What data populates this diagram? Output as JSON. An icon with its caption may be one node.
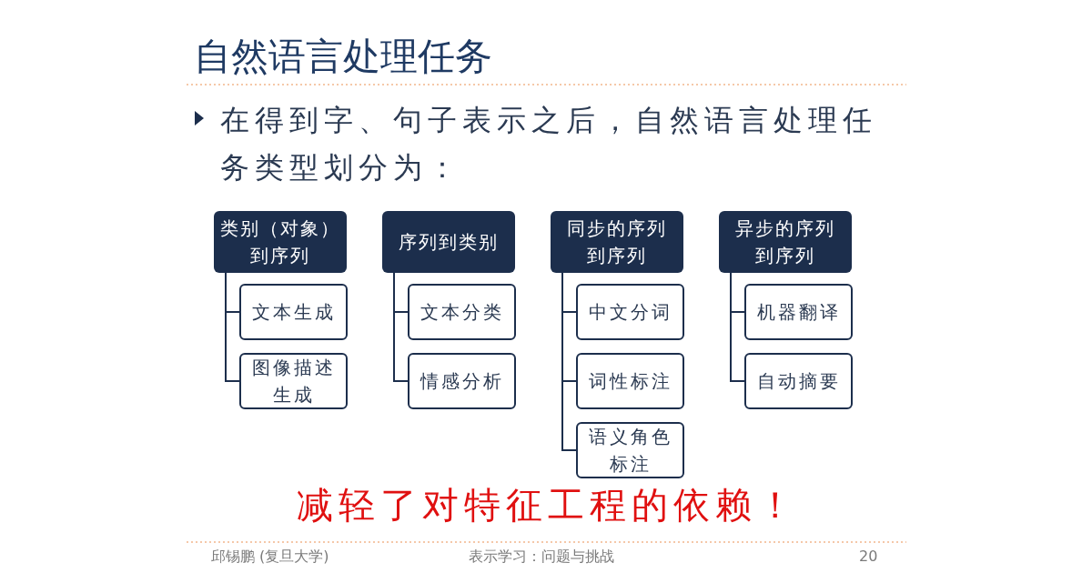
{
  "diagram": {
    "title": "自然语言处理任务",
    "nodes": [
      {
        "text": [
          "类别（对象）到序列"
        ]
      },
      {
        "text": [
          "文本生成"
        ]
      },
      {
        "text": [
          "图像描述生成"
        ]
      },
      {
        "text": [
          "序列到类别"
        ]
      },
      {
        "text": [
          "文本分类"
        ]
      },
      {
        "text": [
          "情感分析"
        ]
      },
      {
        "text": [
          "同步的序列到序列"
        ]
      },
      {
        "text": [
          "中文分词"
        ]
      },
      {
        "text": [
          "词性标注"
        ]
      },
      {
        "text": [
          "语义角色标注"
        ]
      },
      {
        "text": [
          "异步的序列到序列"
        ]
      },
      {
        "text": [
          "机器翻译"
        ]
      },
      {
        "text": [
          "自动摘要"
        ]
      }
    ],
    "edges": [
      {
        "from": 0,
        "to": 1,
        "arrow": "none"
      },
      {
        "from": 0,
        "to": 2,
        "arrow": "none"
      },
      {
        "from": 3,
        "to": 4,
        "arrow": "none"
      },
      {
        "from": 3,
        "to": 5,
        "arrow": "none"
      },
      {
        "from": 6,
        "to": 7,
        "arrow": "none"
      },
      {
        "from": 6,
        "to": 8,
        "arrow": "none"
      },
      {
        "from": 6,
        "to": 9,
        "arrow": "none"
      },
      {
        "from": 10,
        "to": 11,
        "arrow": "none"
      },
      {
        "from": 10,
        "to": 12,
        "arrow": "none"
      }
    ],
    "labels": [
      "在得到字、句子表示之后，自然语言处理任务类型划分为：",
      "减轻了对特征工程的依赖！",
      "邱锡鹏 (复旦大学)",
      "表示学习：问题与挑战",
      "20"
    ]
  }
}
